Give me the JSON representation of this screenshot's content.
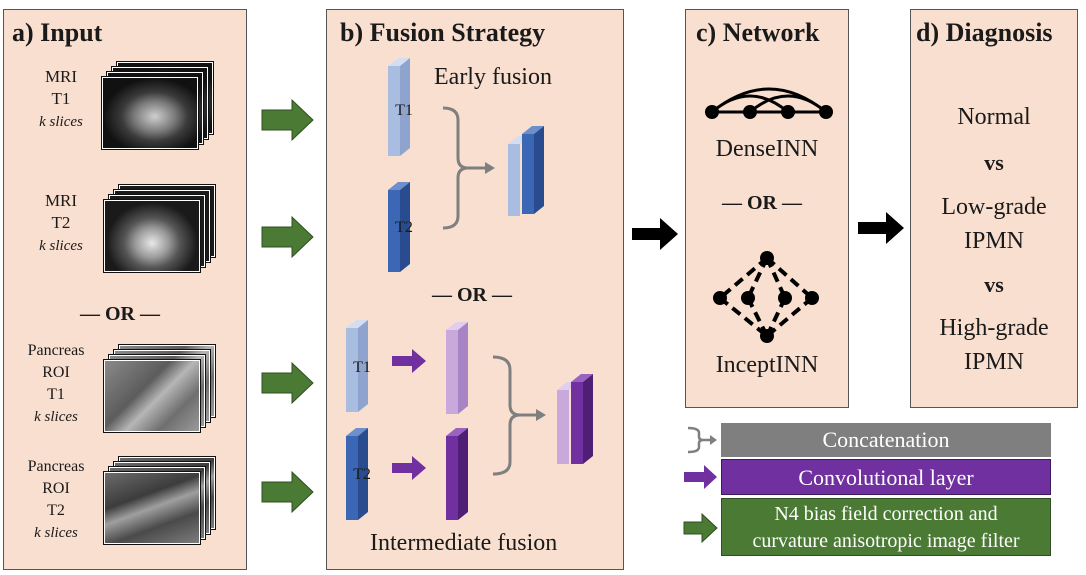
{
  "panels": {
    "input": {
      "title": "a) Input",
      "items": [
        {
          "l1": "MRI",
          "l2": "T1",
          "l3": "",
          "slices": "k slices"
        },
        {
          "l1": "MRI",
          "l2": "T2",
          "l3": "",
          "slices": "k slices"
        },
        {
          "l1": "Pancreas",
          "l2": "ROI",
          "l3": "T1",
          "slices": "k slices"
        },
        {
          "l1": "Pancreas",
          "l2": "ROI",
          "l3": "T2",
          "slices": "k slices"
        }
      ],
      "or": "— OR —"
    },
    "fusion": {
      "title": "b) Fusion Strategy",
      "early": "Early fusion",
      "intermediate": "Intermediate fusion",
      "or": "— OR —",
      "t1": "T1",
      "t2": "T2"
    },
    "network": {
      "title": "c) Network",
      "dense": "DenseINN",
      "incept": "InceptINN",
      "or": "— OR —"
    },
    "diagnosis": {
      "title": "d) Diagnosis",
      "normal": "Normal",
      "vs": "vs",
      "low1": "Low-grade",
      "low2": "IPMN",
      "high1": "High-grade",
      "high2": "IPMN"
    }
  },
  "legend": {
    "concat": "Concatenation",
    "conv": "Convolutional layer",
    "n4_line1": "N4 bias field correction and",
    "n4_line2": "curvature anisotropic image filter"
  },
  "colors": {
    "panel_bg": "#f9dfcf",
    "green": "#4a7a34",
    "purple": "#7030a0",
    "light_purple": "#c9a8dc",
    "blue": "#3b67b4",
    "light_blue": "#a9bde0",
    "gray": "#7f7f7f"
  }
}
